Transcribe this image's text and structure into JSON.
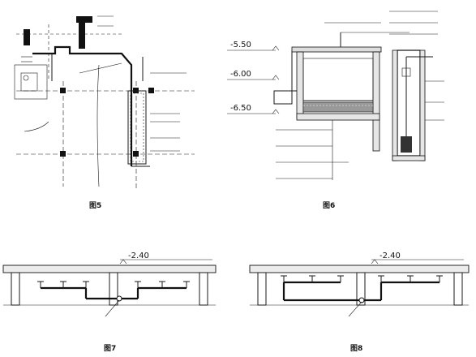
{
  "fig5": {
    "caption": "图5",
    "labels": {
      "a": null,
      "b": null,
      "c": null,
      "d": null,
      "e": null,
      "f": null,
      "g": null,
      "h": null,
      "i": null,
      "j": null,
      "k": null,
      "l": null,
      "m": null,
      "n": null,
      "o": null,
      "p": null,
      "q": null,
      "r": null,
      "s": null
    }
  },
  "fig6": {
    "caption": "图6",
    "elevations": [
      "-5.50",
      "-6.00",
      "-6.50"
    ],
    "top_labels": {
      "t1": null,
      "t2": null,
      "t3": null,
      "t4": null,
      "t5": null,
      "t6": null
    },
    "bottom_labels": {
      "b1": null,
      "b2": null,
      "b3": null,
      "b4": null
    },
    "right_labels": {
      "r1": null,
      "r2": null,
      "r3": null
    },
    "left_label": null,
    "center_label": null
  },
  "fig7": {
    "caption": "图7",
    "elevation": "-2.40",
    "elevation_note": null,
    "pipe_label": null
  },
  "fig8": {
    "caption": "图8",
    "elevation": "-2.40",
    "elevation_note": null,
    "pipe_label": null
  }
}
